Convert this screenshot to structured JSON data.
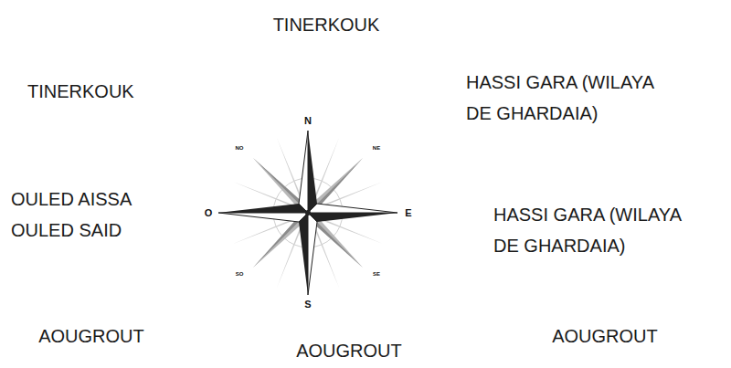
{
  "diagram": {
    "labels": [
      "TINERKOUK",
      "TINERKOUK",
      "HASSI GARA (WILAYA DE GHARDAIA)",
      "N",
      "NO",
      "NE",
      "OULED AISSA OULED SAID",
      "O",
      "E",
      "HASSI GARA (WILAYA DE GHARDAIA)",
      "SO",
      "SE",
      "S",
      "AOUGROUT",
      "AOUGROUT",
      "AOUGROUT"
    ]
  }
}
